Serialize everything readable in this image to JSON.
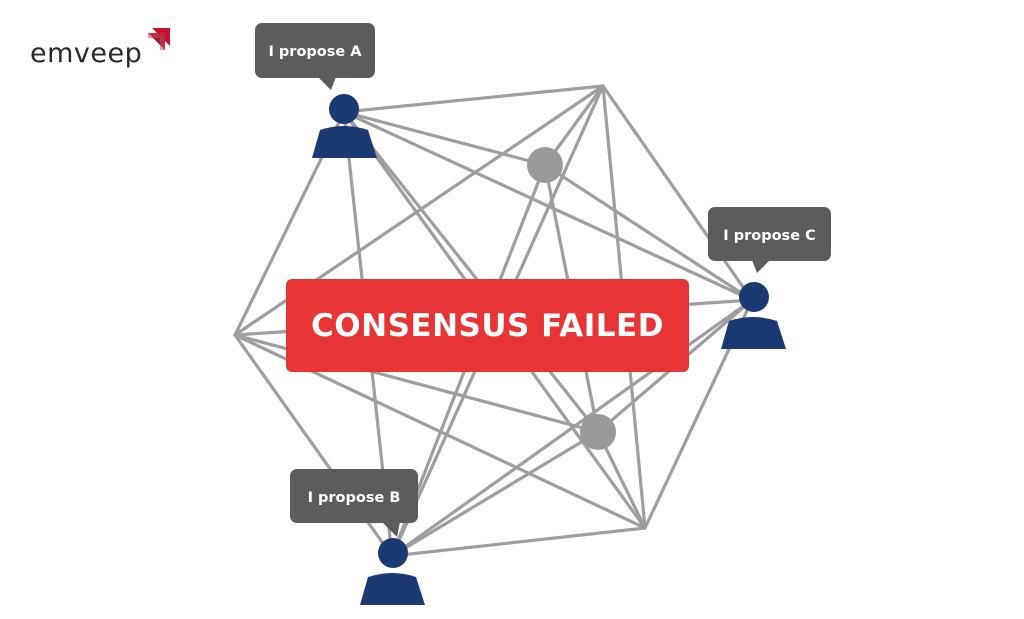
{
  "brand": {
    "name": "emveep",
    "mark_color": "#c8102e"
  },
  "banner": {
    "text": "CONSENSUS FAILED",
    "color": "#e83434"
  },
  "proposals": [
    {
      "id": "a",
      "text": "I propose A"
    },
    {
      "id": "b",
      "text": "I propose B"
    },
    {
      "id": "c",
      "text": "I propose C"
    }
  ],
  "colors": {
    "edge": "#9e9e9e",
    "node": "#9a9a9a",
    "person": "#1b3a73",
    "bubble": "#5c5c5c"
  },
  "icons": {
    "person": "person-icon",
    "node": "network-node-icon",
    "logo_mark": "stacked-arrow-logo-icon"
  }
}
